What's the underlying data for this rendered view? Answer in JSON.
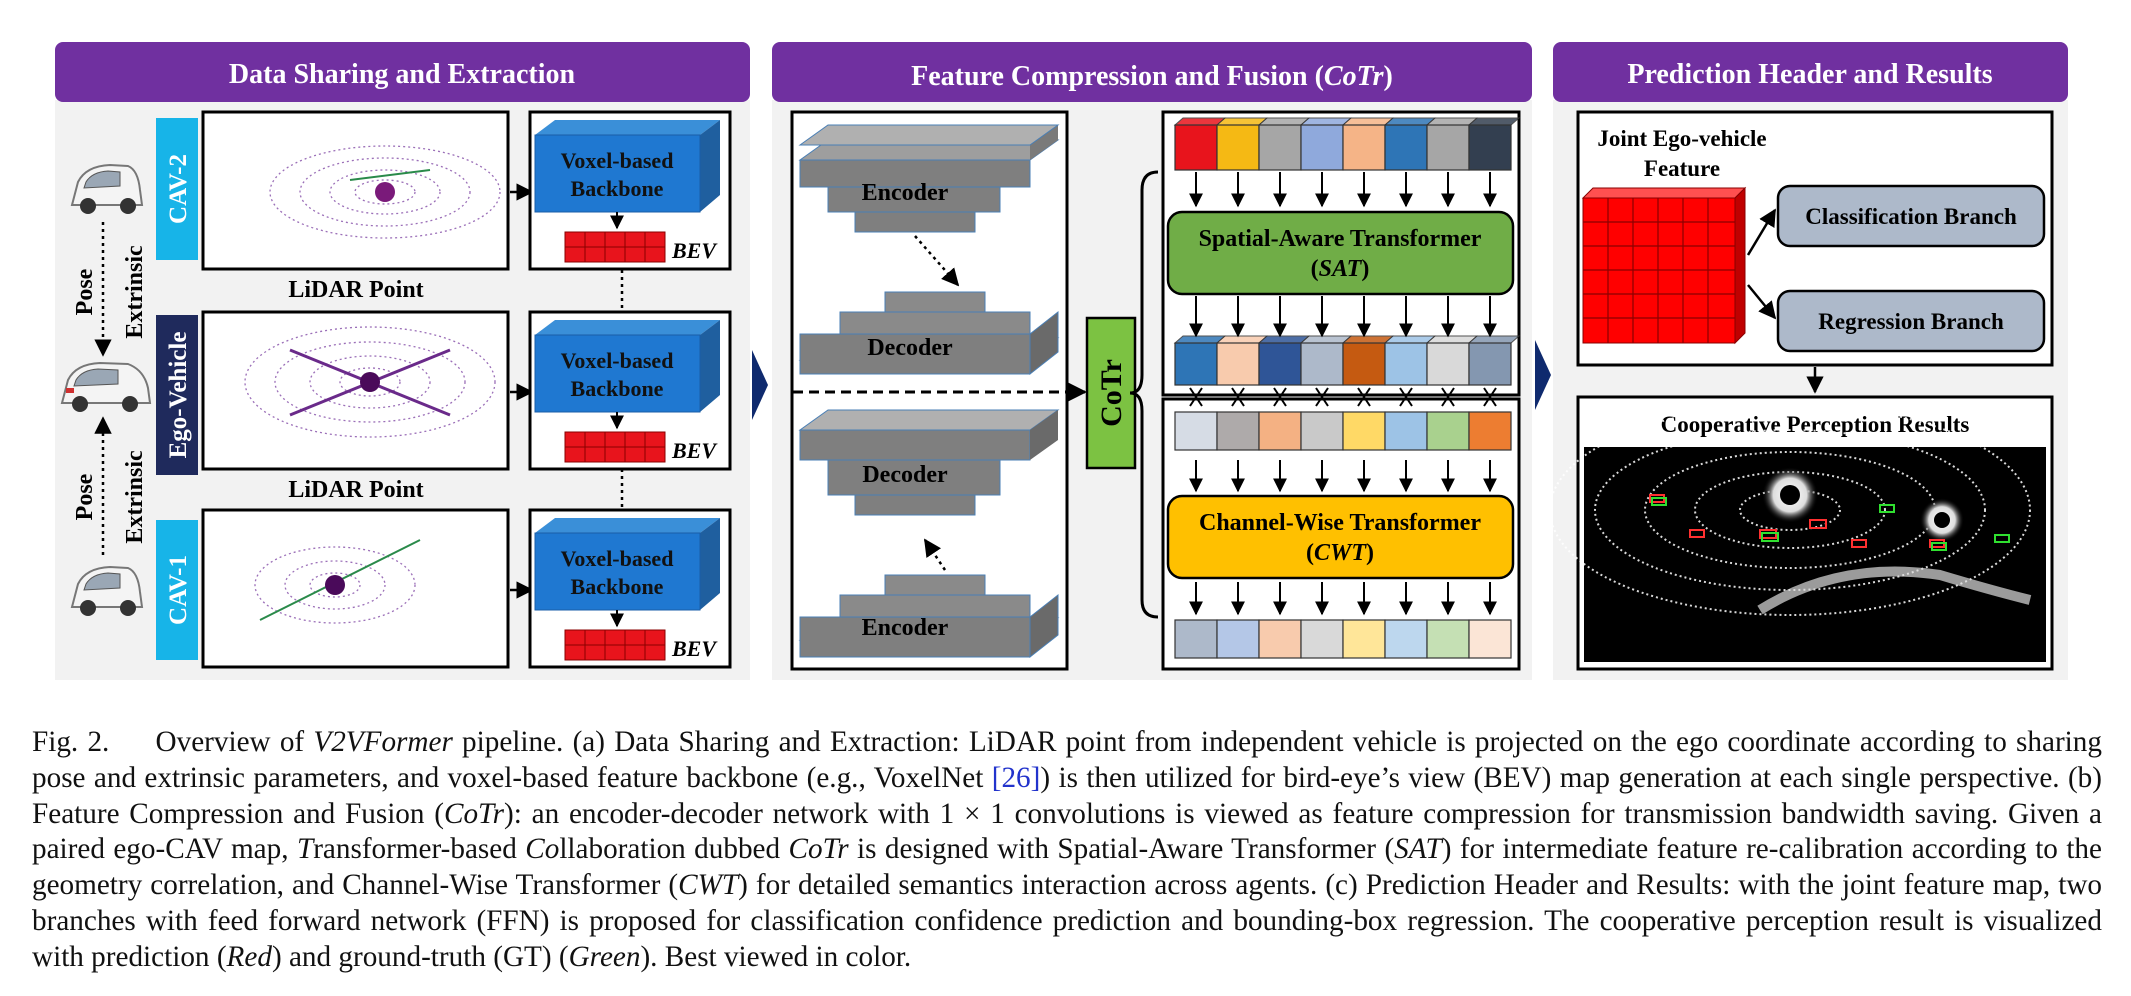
{
  "panels": {
    "sharing": {
      "title": "Data Sharing and Extraction"
    },
    "fusion": {
      "title": "Feature Compression and Fusion (",
      "title_italic": "CoTr",
      "title_end": ")"
    },
    "prediction": {
      "title": "Prediction Header and Results"
    }
  },
  "sharing": {
    "agents": [
      "CAV-2",
      "Ego-Vehicle",
      "CAV-1"
    ],
    "pose_label": "Pose",
    "extrinsic_label": "Extrinsic",
    "lidar_label": "LiDAR Point",
    "backbone_line1": "Voxel-based",
    "backbone_line2": "Backbone",
    "bev_label": "BEV"
  },
  "fusion": {
    "encoder_label": "Encoder",
    "decoder_label": "Decoder",
    "cotr_label": "CoTr",
    "sat_line1": "Spatial-Aware Transformer",
    "sat_line2": "SAT",
    "cwt_line1": "Channel-Wise Transformer",
    "cwt_line2": "CWT",
    "row_colors": {
      "row1": [
        "#e8141c",
        "#f5b914",
        "#a6a6a6",
        "#8fa9dc",
        "#f5b487",
        "#2e75b6",
        "#a6a6a6",
        "#333f50"
      ],
      "row2": [
        "#2e75b6",
        "#f8cbad",
        "#2f5597",
        "#adb9ca",
        "#c55a11",
        "#9dc3e6",
        "#d9d9d9",
        "#8497b0"
      ],
      "row3": [
        "#d6dce5",
        "#aeaaaa",
        "#f4b183",
        "#c9c9c9",
        "#ffd966",
        "#9dc3e6",
        "#a9d18e",
        "#ed7d31"
      ],
      "row4": [
        "#adb9ca",
        "#b4c7e7",
        "#f8cbad",
        "#d9d9d9",
        "#ffe699",
        "#bdd7ee",
        "#c5e0b4",
        "#fbe5d6"
      ]
    }
  },
  "prediction": {
    "joint_line1": "Joint Ego-vehicle",
    "joint_line2": "Feature",
    "classification": "Classification Branch",
    "regression": "Regression Branch",
    "results_title": "Cooperative Perception Results"
  },
  "caption": {
    "fig": "Fig. 2.",
    "p1": "Overview of ",
    "p1_it": "V2VFormer",
    "p2": " pipeline. (a) Data Sharing and Extraction: LiDAR point from independent vehicle is projected on the ego coordinate according to sharing pose and extrinsic parameters, and voxel-based feature backbone (e.g., VoxelNet ",
    "ref": "[26]",
    "p3": ") is then utilized for bird-eye’s view (BEV) map generation at each single perspective. (b) Feature Compression and Fusion (",
    "p3_it": "CoTr",
    "p4": "): an encoder-decoder network with 1 × 1 convolutions is viewed as feature compression for transmission bandwidth saving. Given a paired ego-CAV map, ",
    "p4_it1": "T",
    "p5": "ransformer-based ",
    "p5_it": "Co",
    "p6": "llaboration dubbed ",
    "p6_it": "CoTr",
    "p7": " is designed with Spatial-Aware Transformer (",
    "p7_it": "SAT",
    "p8": ") for intermediate feature re-calibration according to the geometry correlation, and Channel-Wise Transformer (",
    "p8_it": "CWT",
    "p9": ") for detailed semantics interaction across agents. (c) Prediction Header and Results: with the joint feature map, two branches with feed forward network (FFN) is proposed for classification confidence prediction and bounding-box regression. The cooperative perception result is visualized with prediction (",
    "p9_it": "Red",
    "p10": ") and ground-truth (GT) (",
    "p10_it": "Green",
    "p11": "). Best viewed in color."
  }
}
